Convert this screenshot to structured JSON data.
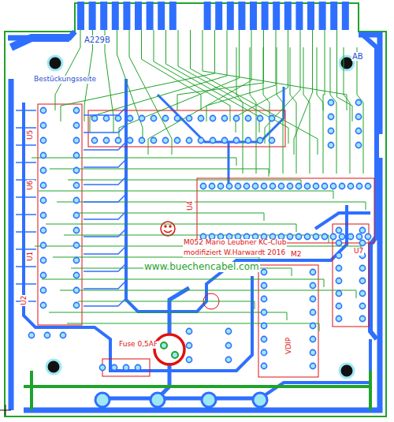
{
  "diagram": {
    "labels": [
      "A229B",
      "AB",
      "Bestückungsseite",
      "M052 Mario Leubner KC-Club",
      "modifiziert W.Harwardt 2016",
      "www.buechencabel.com",
      "Fuse 0,5AF",
      "U4",
      "U7",
      "M2",
      "VDIP",
      "U5",
      "U6",
      "U1",
      "U2"
    ]
  }
}
